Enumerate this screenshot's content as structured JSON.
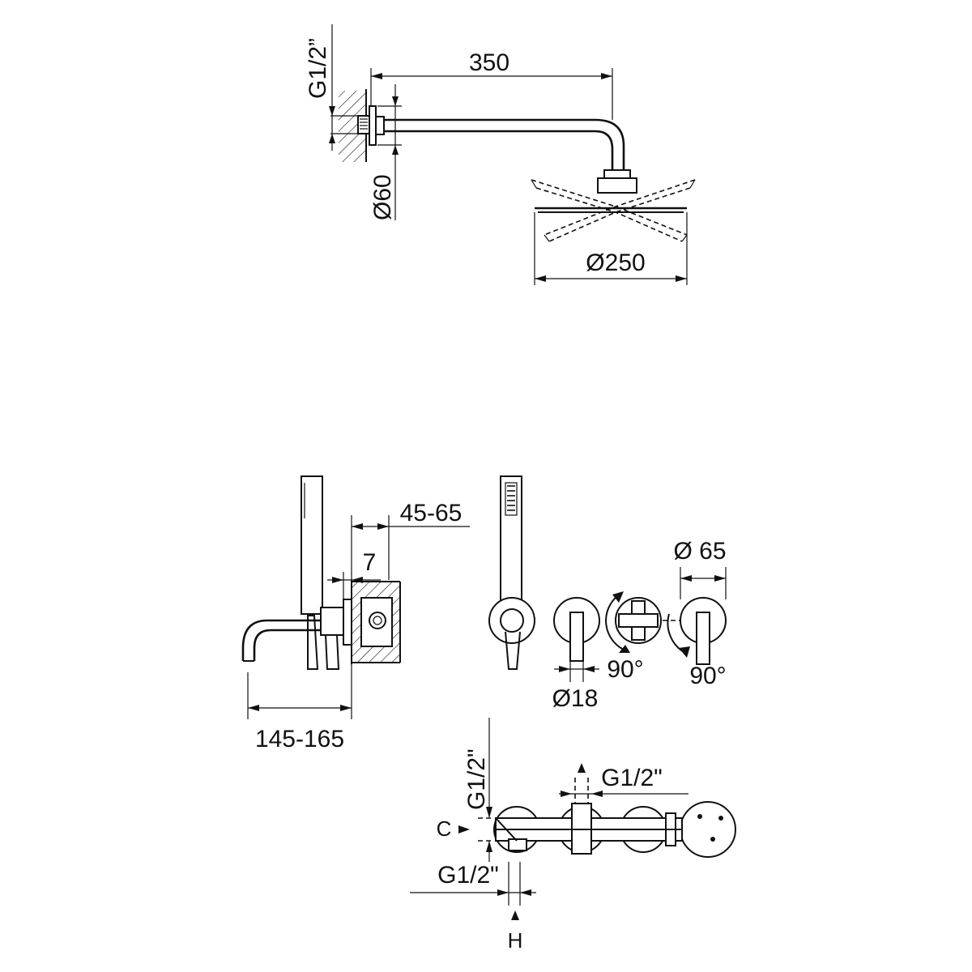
{
  "shower_head": {
    "arm_length": "350",
    "inlet_thread": "G1/2”",
    "flange_diameter": "Ø60",
    "head_diameter": "Ø250"
  },
  "spout": {
    "depth_range": "45-65",
    "plate_thickness": "7",
    "projection": "145-165"
  },
  "front_view": {
    "diverter_diameter": "Ø 65",
    "lever_diameter": "Ø18",
    "rotation_left": "90°",
    "rotation_right": "90°"
  },
  "top_view": {
    "vertical_thread": "G1/2\"",
    "right_thread": "G1/2\"",
    "bottom_thread": "G1/2\"",
    "cold_label": "C",
    "hot_label": "H"
  }
}
